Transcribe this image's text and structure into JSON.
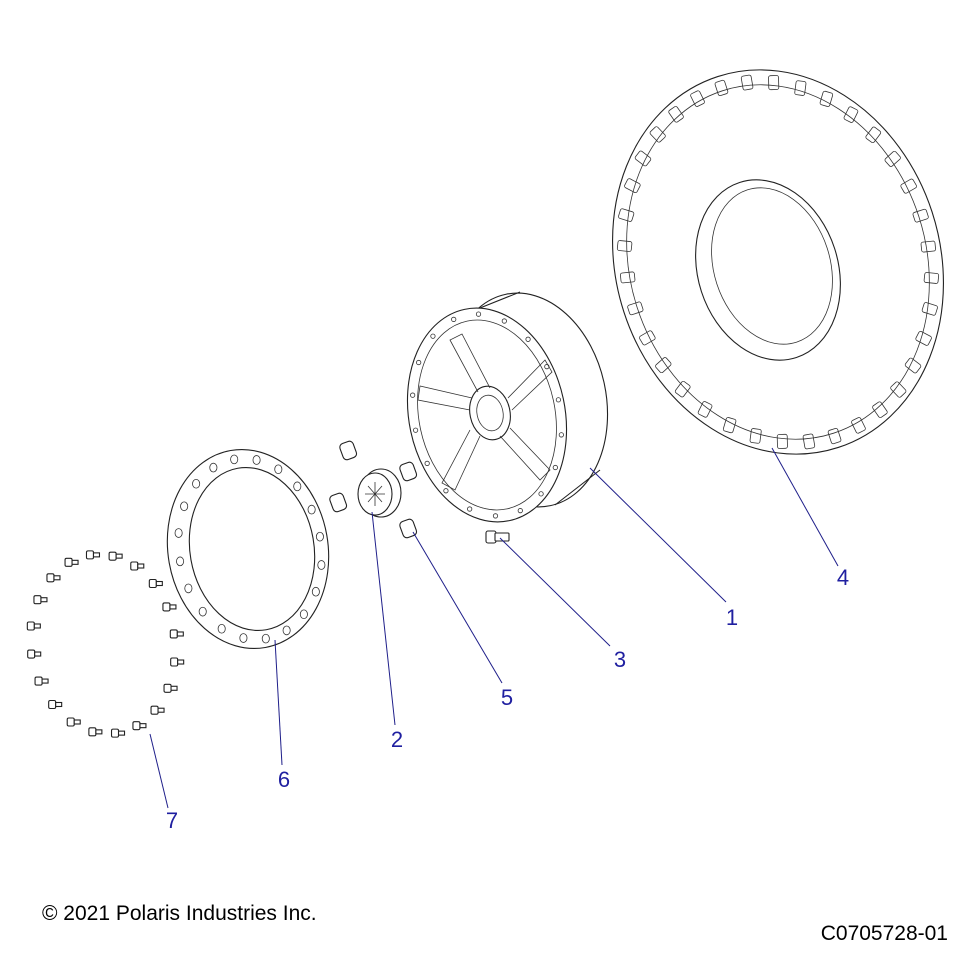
{
  "colors": {
    "callout": "#1f1fa0",
    "leader": "#1f1f8a",
    "linework": "#222222",
    "background": "#ffffff"
  },
  "callouts": [
    {
      "id": "1",
      "part": "wheel-rim"
    },
    {
      "id": "2",
      "part": "center-cap"
    },
    {
      "id": "3",
      "part": "wheel-stud-bolt"
    },
    {
      "id": "4",
      "part": "tire"
    },
    {
      "id": "5",
      "part": "lug-nut"
    },
    {
      "id": "6",
      "part": "beadlock-ring"
    },
    {
      "id": "7",
      "part": "ring-screw"
    }
  ],
  "footer": {
    "copyright": "© 2021 Polaris Industries Inc.",
    "drawing_id": "C0705728-01"
  }
}
